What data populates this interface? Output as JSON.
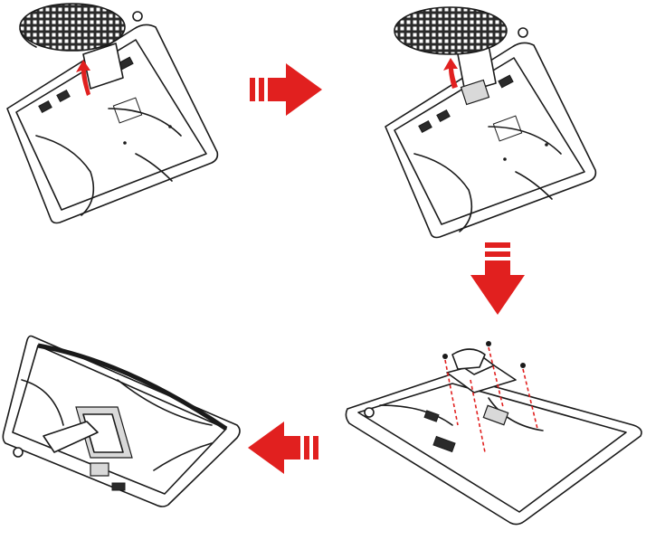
{
  "colors": {
    "arrow": "#e1201f",
    "line": "#1a1a1a",
    "background": "#ffffff",
    "dashed_guide": "#e1201f"
  },
  "steps": [
    {
      "name": "step-1",
      "icon": "monitor-with-base-icon"
    },
    {
      "name": "step-2",
      "icon": "monitor-base-release-icon"
    },
    {
      "name": "step-3",
      "icon": "monitor-neck-screws-icon"
    },
    {
      "name": "step-4",
      "icon": "monitor-neck-removed-icon"
    }
  ],
  "arrows": [
    {
      "name": "arrow-right",
      "direction": "right"
    },
    {
      "name": "arrow-down",
      "direction": "down"
    },
    {
      "name": "arrow-left",
      "direction": "left"
    }
  ]
}
